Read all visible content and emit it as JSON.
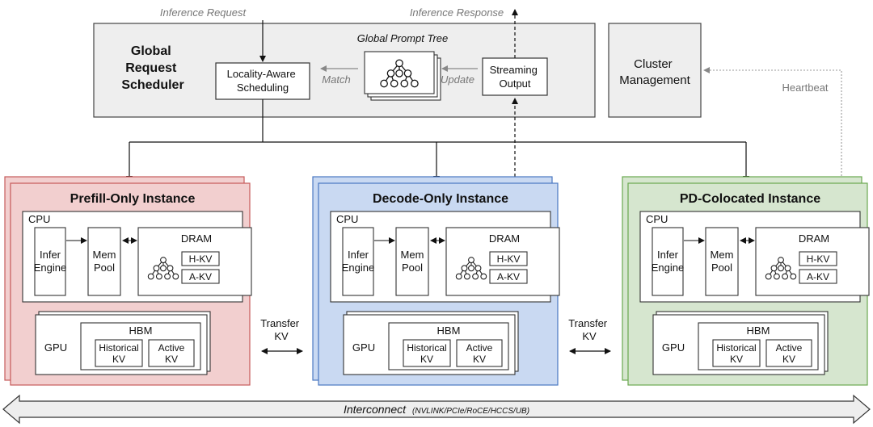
{
  "top": {
    "inference_request": "Inference Request",
    "inference_response": "Inference Response",
    "scheduler": [
      "Global",
      "Request",
      "Scheduler"
    ],
    "prompt_tree_title": "Global Prompt Tree",
    "locality_aware": [
      "Locality-Aware",
      "Scheduling"
    ],
    "match": "Match",
    "update": "Update",
    "streaming_output": [
      "Streaming",
      "Output"
    ],
    "cluster_management": [
      "Cluster",
      "Management"
    ],
    "heartbeat": "Heartbeat"
  },
  "instances": [
    {
      "title": "Prefill-Only Instance",
      "color": "#f2cfcf",
      "border": "#c65a5a"
    },
    {
      "title": "Decode-Only Instance",
      "color": "#c9d9f2",
      "border": "#4a78c2"
    },
    {
      "title": "PD-Colocated Instance",
      "color": "#d6e6cf",
      "border": "#6aa84f"
    }
  ],
  "instance_labels": {
    "cpu": "CPU",
    "infer_engine": [
      "Infer",
      "Engine"
    ],
    "mem_pool": [
      "Mem",
      "Pool"
    ],
    "dram": "DRAM",
    "h_kv": "H-KV",
    "a_kv": "A-KV",
    "gpu": "GPU",
    "hbm": "HBM",
    "historical_kv": [
      "Historical",
      "KV"
    ],
    "active_kv": [
      "Active",
      "KV"
    ]
  },
  "transfer_kv": [
    "Transfer",
    "KV"
  ],
  "interconnect": {
    "label": "Interconnect",
    "detail": "(NVLINK/PCIe/RoCE/HCCS/UB)"
  }
}
